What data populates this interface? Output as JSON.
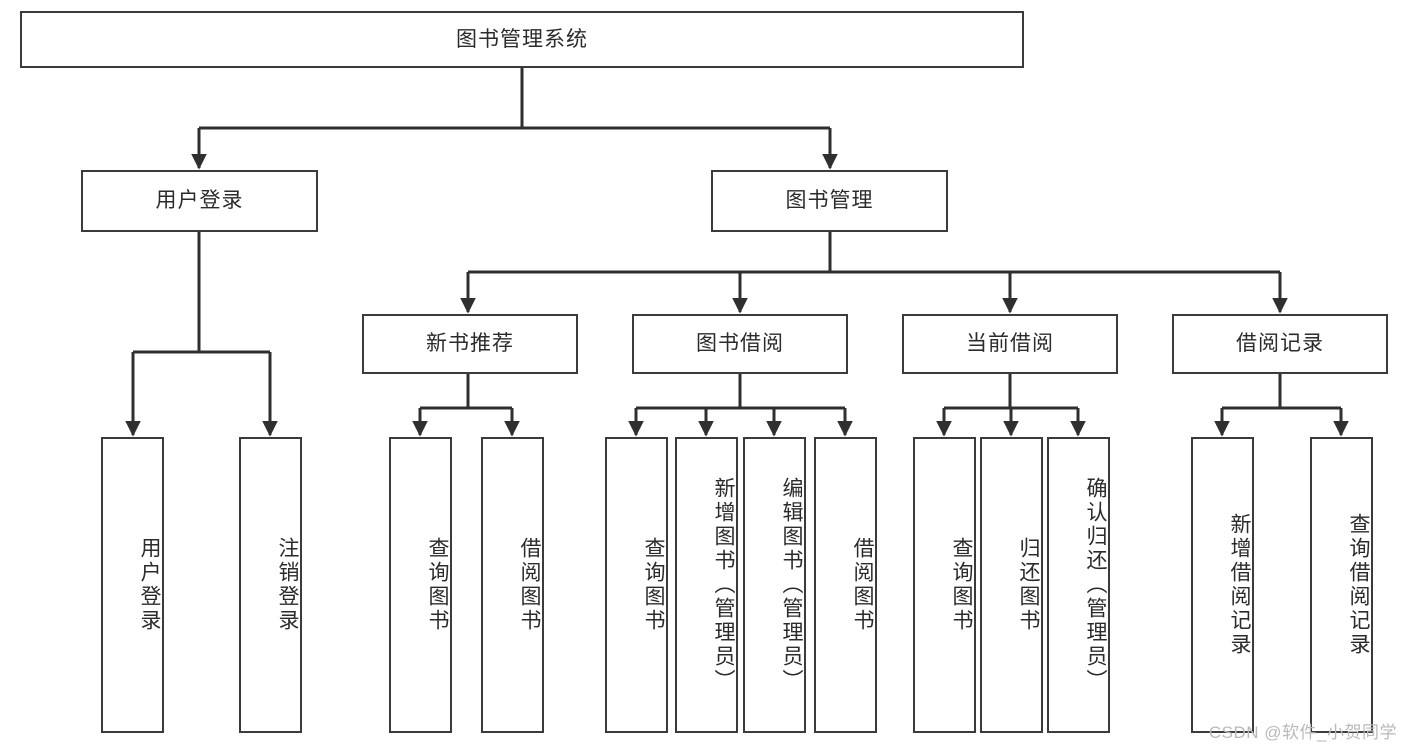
{
  "diagram": {
    "title": "图书管理系统",
    "type": "hierarchy-tree",
    "watermark": "CSDN @软件_小贺同学",
    "colors": {
      "box_border": "#3b3b3b",
      "box_fill": "#ffffff",
      "edge": "#2f2f2f",
      "text": "#2b2b2b",
      "watermark": "#b9b9b9",
      "background": "#ffffff"
    },
    "levels": [
      {
        "level": 1,
        "nodes": [
          {
            "id": "root",
            "label": "图书管理系统",
            "orientation": "horizontal"
          }
        ]
      },
      {
        "level": 2,
        "nodes": [
          {
            "id": "login",
            "label": "用户登录",
            "orientation": "horizontal",
            "parent": "root"
          },
          {
            "id": "bookmgmt",
            "label": "图书管理",
            "orientation": "horizontal",
            "parent": "root"
          }
        ]
      },
      {
        "level": 3,
        "nodes": [
          {
            "id": "newbook",
            "label": "新书推荐",
            "orientation": "horizontal",
            "parent": "bookmgmt"
          },
          {
            "id": "borrow",
            "label": "图书借阅",
            "orientation": "horizontal",
            "parent": "bookmgmt"
          },
          {
            "id": "current",
            "label": "当前借阅",
            "orientation": "horizontal",
            "parent": "bookmgmt"
          },
          {
            "id": "record",
            "label": "借阅记录",
            "orientation": "horizontal",
            "parent": "bookmgmt"
          }
        ]
      },
      {
        "level": 4,
        "nodes": [
          {
            "id": "leaf1",
            "label": "用户登录",
            "orientation": "vertical",
            "parent": "login"
          },
          {
            "id": "leaf2",
            "label": "注销登录",
            "orientation": "vertical",
            "parent": "login"
          },
          {
            "id": "leaf3",
            "label": "查询图书",
            "orientation": "vertical",
            "parent": "newbook"
          },
          {
            "id": "leaf4",
            "label": "借阅图书",
            "orientation": "vertical",
            "parent": "newbook"
          },
          {
            "id": "leaf5",
            "label": "查询图书",
            "orientation": "vertical",
            "parent": "borrow"
          },
          {
            "id": "leaf6",
            "label": "新增图书（管理员）",
            "orientation": "vertical",
            "parent": "borrow"
          },
          {
            "id": "leaf7",
            "label": "编辑图书（管理员）",
            "orientation": "vertical",
            "parent": "borrow"
          },
          {
            "id": "leaf8",
            "label": "借阅图书",
            "orientation": "vertical",
            "parent": "borrow"
          },
          {
            "id": "leaf9",
            "label": "查询图书",
            "orientation": "vertical",
            "parent": "current"
          },
          {
            "id": "leaf10",
            "label": "归还图书",
            "orientation": "vertical",
            "parent": "current"
          },
          {
            "id": "leaf11",
            "label": "确认归还（管理员）",
            "orientation": "vertical",
            "parent": "current"
          },
          {
            "id": "leaf12",
            "label": "新增借阅记录",
            "orientation": "vertical",
            "parent": "record"
          },
          {
            "id": "leaf13",
            "label": "查询借阅记录",
            "orientation": "vertical",
            "parent": "record"
          }
        ]
      }
    ]
  }
}
